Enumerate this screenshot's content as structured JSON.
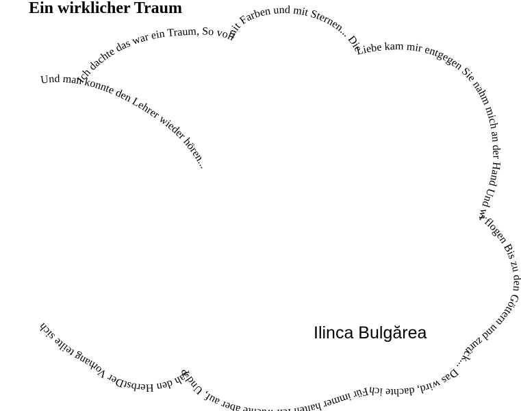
{
  "title": "Ein wirklicher Traum",
  "author": "Ilinca Bulgărea",
  "poem": {
    "outer_line": "Ich dachte das war ein Traum, So voll mit Farben und mit Sternen... Die Liebe kam mir entgegen Sie nahm mich an der Hand Und wir flogen Bis zu den Göttern und zurück... Das wird, dachte ich Für immer halten Ich wachte aber auf, Und Psah den HerbstDer Vorhang teilte sich",
    "inner_line": "Und man konnte den Lehrer wieder hören..."
  }
}
